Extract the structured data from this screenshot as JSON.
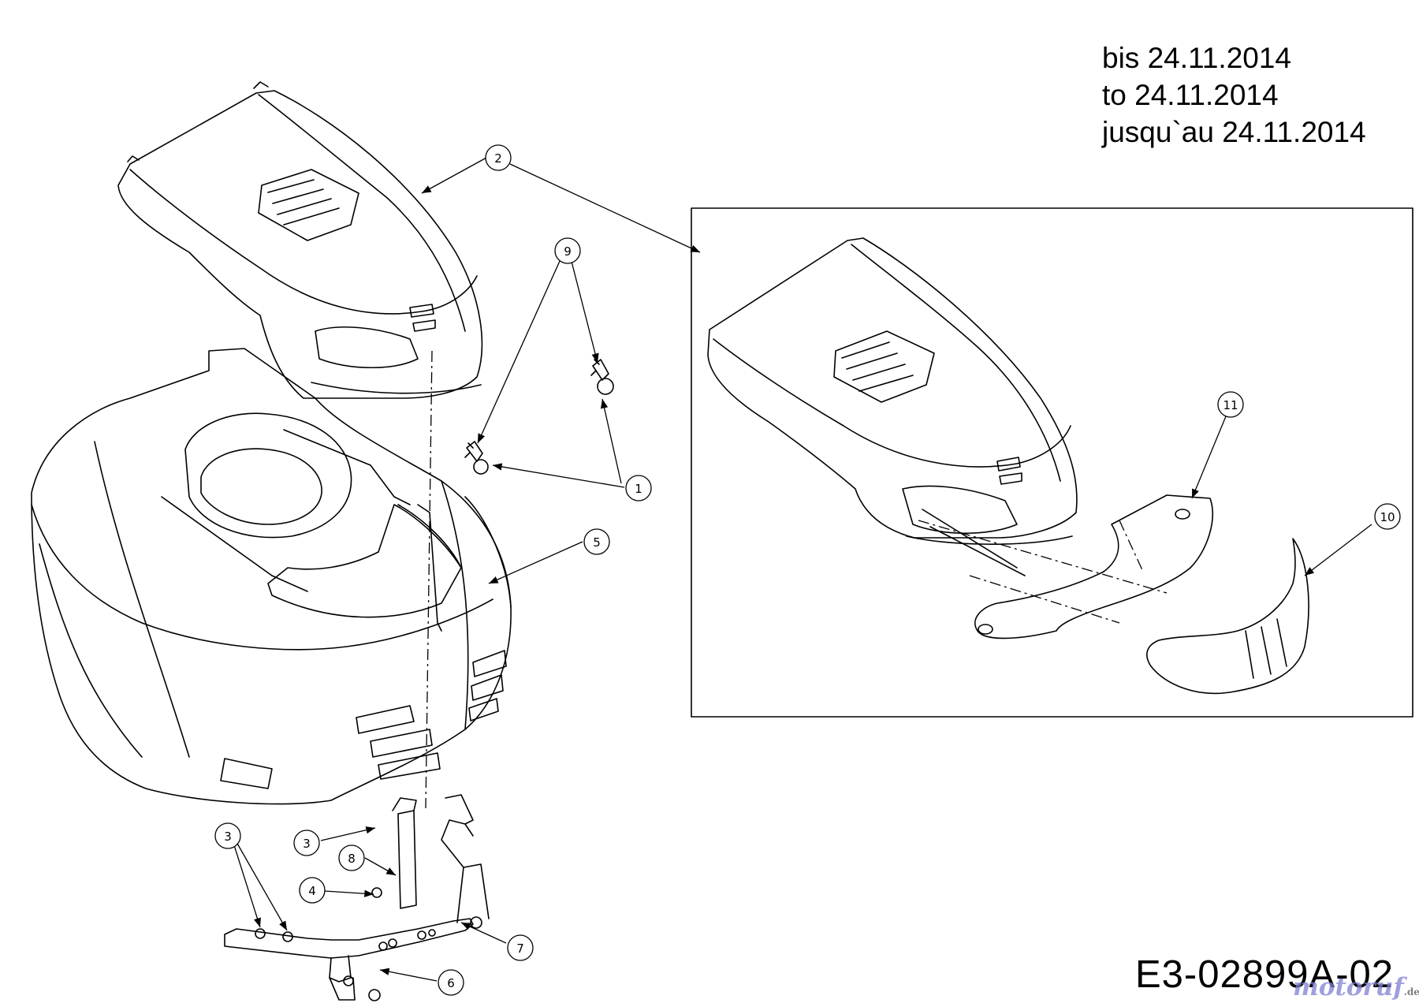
{
  "note": {
    "line1": "bis 24.11.2014",
    "line2": "to 24.11.2014",
    "line3": "jusqu`au 24.11.2014"
  },
  "drawing_number": "E3-02899A-02",
  "watermark": {
    "brand": "motoruf",
    "suffix": ".de",
    "color": "#7f7fd4"
  },
  "callouts": {
    "c1": "1",
    "c2": "2",
    "c3a": "3",
    "c3b": "3",
    "c4": "4",
    "c5": "5",
    "c6": "6",
    "c7": "7",
    "c8": "8",
    "c9": "9",
    "c10": "10",
    "c11": "11"
  }
}
